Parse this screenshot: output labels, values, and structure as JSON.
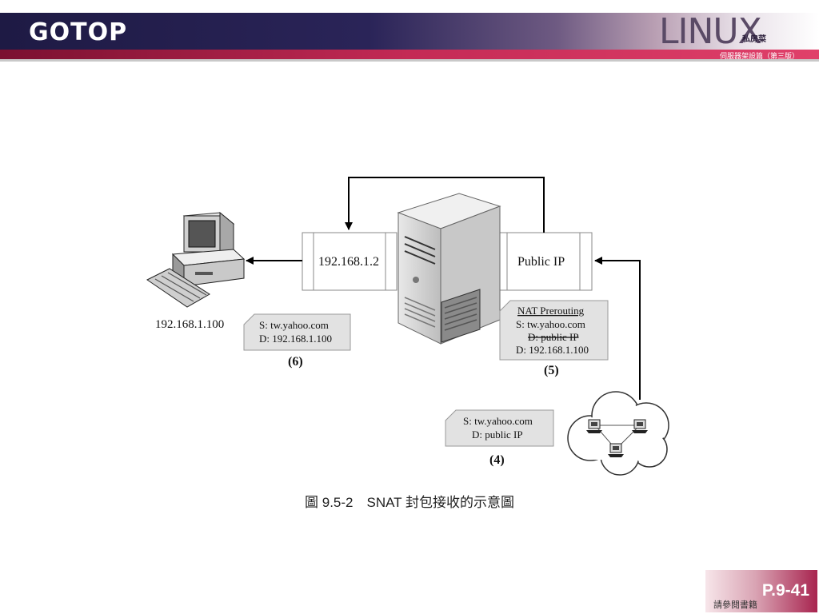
{
  "header": {
    "left_logo": "GOTOP",
    "right_logo": "LINUX",
    "right_logo_sub": "私房菜",
    "right_logo_note": "伺服器架設篇（第三版）"
  },
  "diagram": {
    "client_ip": "192.168.1.100",
    "lan_if": "192.168.1.2",
    "wan_if": "Public IP",
    "box6": {
      "s": "S: tw.yahoo.com",
      "d": "D: 192.168.1.100",
      "step": "(6)"
    },
    "box5": {
      "title": "NAT Prerouting",
      "s": "S: tw.yahoo.com",
      "strike": "D: public IP",
      "d": "D: 192.168.1.100",
      "step": "(5)"
    },
    "box4": {
      "s": "S: tw.yahoo.com",
      "d": "D: public IP",
      "step": "(4)"
    }
  },
  "caption": "圖 9.5-2　SNAT 封包接收的示意圖",
  "footer": {
    "page": "P.9-41",
    "note": "請參閱書籍"
  }
}
